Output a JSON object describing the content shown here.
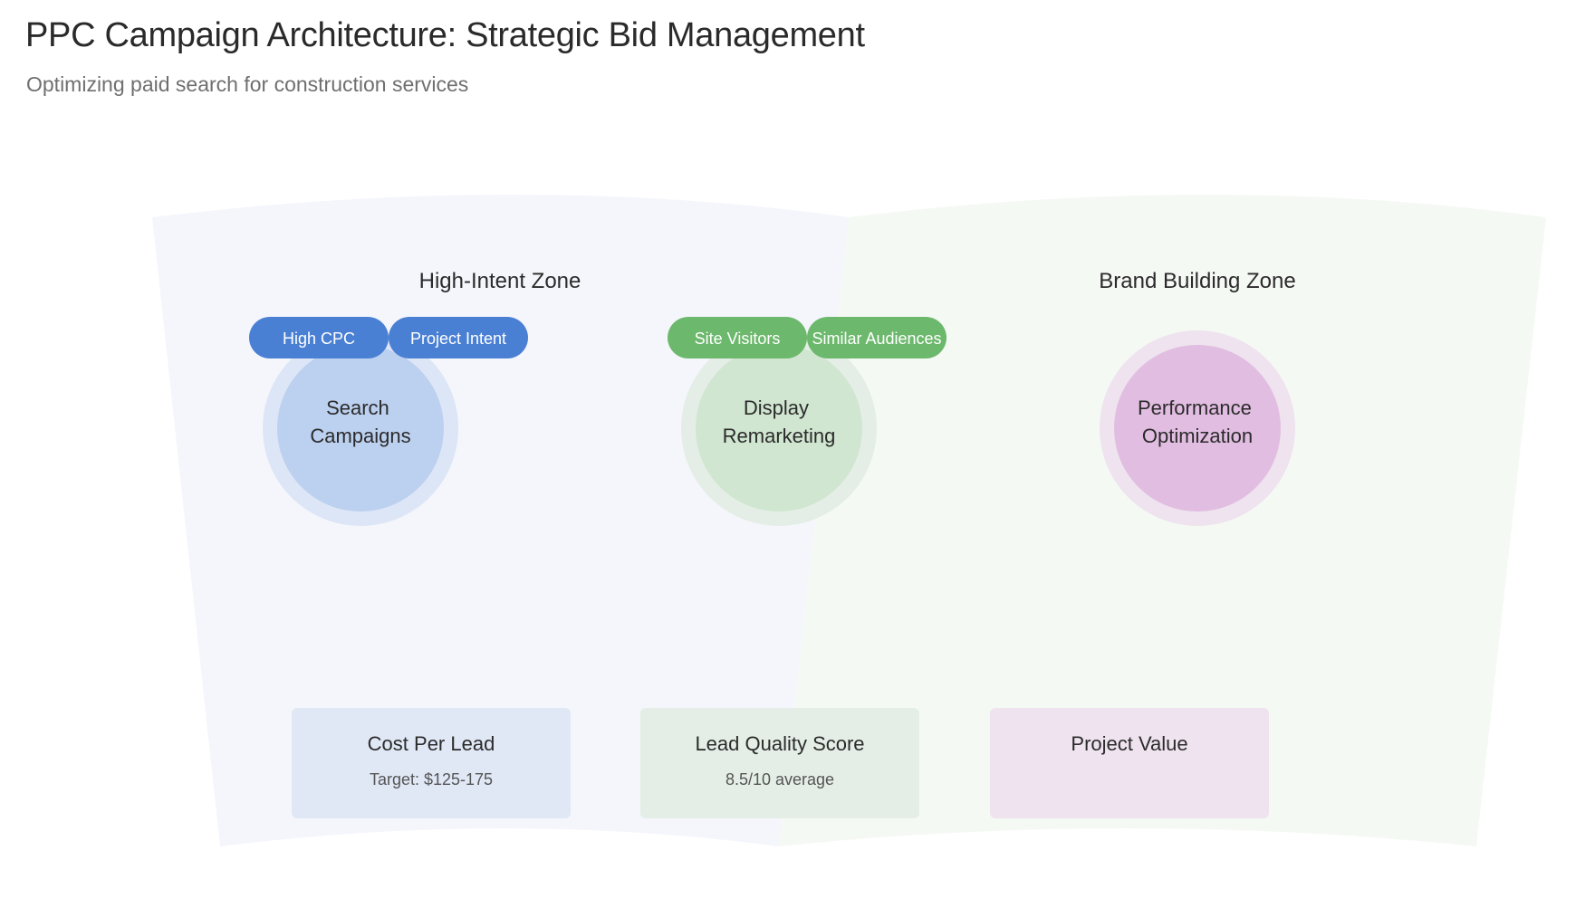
{
  "header": {
    "title": "PPC Campaign Architecture: Strategic Bid Management",
    "subtitle": "Optimizing paid search for construction services"
  },
  "zones": [
    {
      "label": "High-Intent Zone",
      "color": "#f4f6fb"
    },
    {
      "label": "Brand Building Zone",
      "color": "#f4f9f3"
    }
  ],
  "nodes": [
    {
      "label_line1": "Search",
      "label_line2": "Campaigns",
      "color": "#bcd0ef"
    },
    {
      "label_line1": "Display",
      "label_line2": "Remarketing",
      "color": "#cfe5cf"
    },
    {
      "label_line1": "Performance",
      "label_line2": "Optimization",
      "color": "#e1bde1"
    }
  ],
  "tags": [
    {
      "label": "High CPC",
      "color": "#4a80d4"
    },
    {
      "label": "Project Intent",
      "color": "#4a80d4"
    },
    {
      "label": "Site Visitors",
      "color": "#6cb86c"
    },
    {
      "label": "Similar Audiences",
      "color": "#6cb86c"
    }
  ],
  "metrics": [
    {
      "title": "Cost Per Lead",
      "value": "Target: $125-175",
      "color": "#e0e8f6"
    },
    {
      "title": "Lead Quality Score",
      "value": "8.5/10 average",
      "color": "#e3ede5"
    },
    {
      "title": "Project Value",
      "value": "",
      "color": "#eee3ee"
    }
  ]
}
